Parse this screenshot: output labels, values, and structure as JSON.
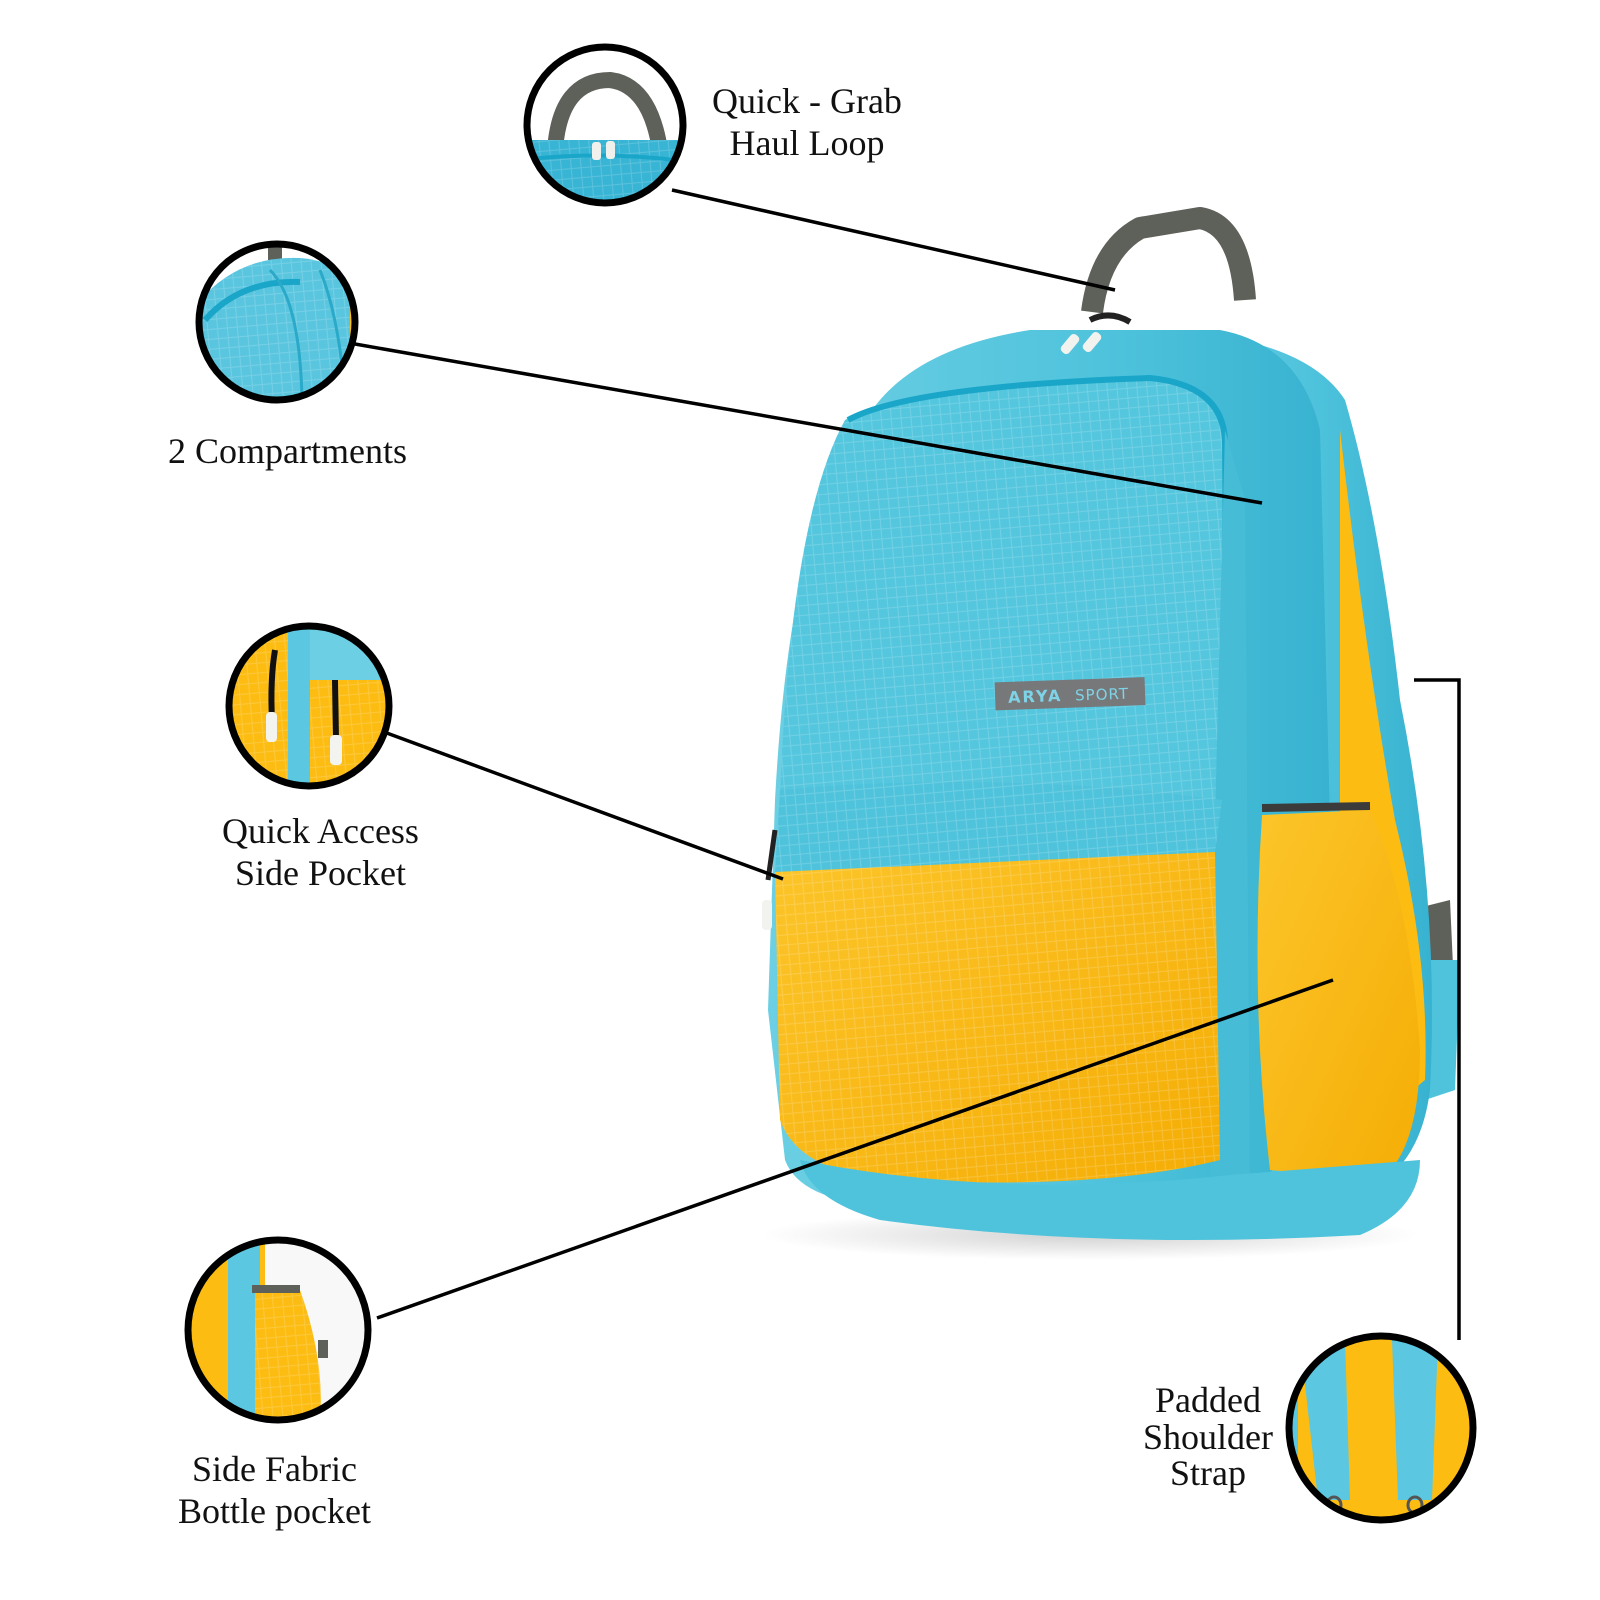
{
  "product": {
    "brand_logo": {
      "word1": "ARYA",
      "word2": "SPORT"
    },
    "colors": {
      "primary_blue": "#4fc3dc",
      "dark_blue": "#1aa6c9",
      "yellow": "#fcbc12",
      "handle_gray": "#5e605a",
      "outline": "#000000"
    }
  },
  "callouts": [
    {
      "id": "haul-loop",
      "icon": "haul-loop-detail",
      "lines": [
        "Quick - Grab",
        "Haul Loop"
      ]
    },
    {
      "id": "compartments",
      "icon": "compartments-detail",
      "lines": [
        "2 Compartments"
      ]
    },
    {
      "id": "side-pocket",
      "icon": "side-pocket-detail",
      "lines": [
        "Quick Access",
        "Side Pocket"
      ]
    },
    {
      "id": "bottle-pocket",
      "icon": "bottle-pocket-detail",
      "lines": [
        "Side Fabric",
        "Bottle pocket"
      ]
    },
    {
      "id": "shoulder-strap",
      "icon": "shoulder-strap-detail",
      "lines": [
        "Padded",
        "Shoulder",
        "Strap"
      ]
    }
  ]
}
